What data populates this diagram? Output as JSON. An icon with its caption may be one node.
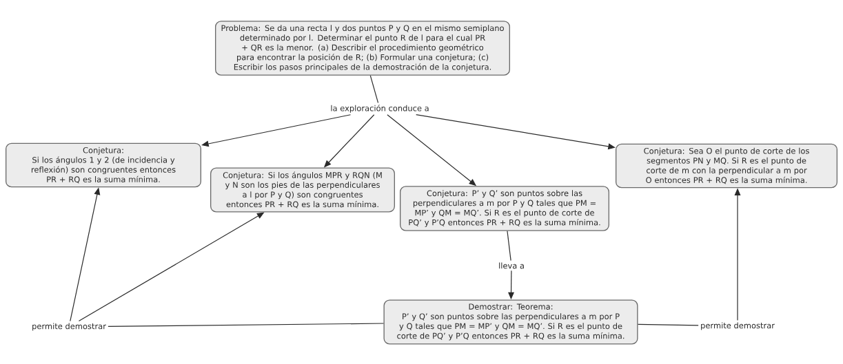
{
  "diagram": {
    "nodes": [
      {
        "text": [
          "Problema: Se da una recta l y dos puntos P y Q en el mismo semiplano determinado por l. Determinar el punto R de l para el cual PR + QR es la menor. (a) Describir el procedimiento geométrico para encontrar la posición de R; (b) Formular una conjetura; (c) Escribir los pasos principales de la demostración de la conjetura."
        ]
      },
      {
        "text": [
          "la exploración conduce a"
        ]
      },
      {
        "text": [
          "Conjetura:",
          "Si los ángulos 1 y 2 (de incidencia y reflexión) son congruentes entonces PR + RQ es la suma mínima."
        ]
      },
      {
        "text": [
          "Conjetura: Si los ángulos MPR y RQN (M y N son los pies de las perpendiculares a l por P y Q) son congruentes entonces PR + RQ es la suma mínima."
        ]
      },
      {
        "text": [
          "Conjetura: P’ y Q’ son puntos sobre las perpendiculares a m por P y Q tales que PM = MP’ y QM = MQ’. Si R es el punto de corte de PQ’ y P’Q entonces PR + RQ es la suma mínima."
        ]
      },
      {
        "text": [
          "Conjetura: Sea O el punto de corte de los segmentos PN y MQ. Si R es el punto de corte de m con la perpendicular a m por O entonces PR + RQ es la suma mínima."
        ]
      },
      {
        "text": [
          "lleva a"
        ]
      },
      {
        "text": [
          "Demostrar: Teorema:",
          "P’ y Q’ son puntos sobre las perpendiculares a m por P y Q tales que PM = MP’ y QM = MQ’. Si R es el punto de corte de PQ’ y P’Q entonces PR + RQ es la suma mínima."
        ]
      },
      {
        "text": [
          "permite demostrar"
        ]
      },
      {
        "text": [
          "permite demostrar"
        ]
      }
    ],
    "edges": [
      {
        "from": 0,
        "to": 1,
        "arrow": "none"
      },
      {
        "from": 1,
        "to": 2,
        "arrow": "to"
      },
      {
        "from": 1,
        "to": 3,
        "arrow": "to"
      },
      {
        "from": 1,
        "to": 4,
        "arrow": "to"
      },
      {
        "from": 1,
        "to": 5,
        "arrow": "to"
      },
      {
        "from": 4,
        "to": 6,
        "arrow": "none"
      },
      {
        "from": 6,
        "to": 7,
        "arrow": "to"
      },
      {
        "from": 7,
        "to": 8,
        "arrow": "none"
      },
      {
        "from": 8,
        "to": 2,
        "arrow": "to"
      },
      {
        "from": 8,
        "to": 3,
        "arrow": "to"
      },
      {
        "from": 7,
        "to": 9,
        "arrow": "none"
      },
      {
        "from": 9,
        "to": 5,
        "arrow": "to"
      }
    ]
  }
}
